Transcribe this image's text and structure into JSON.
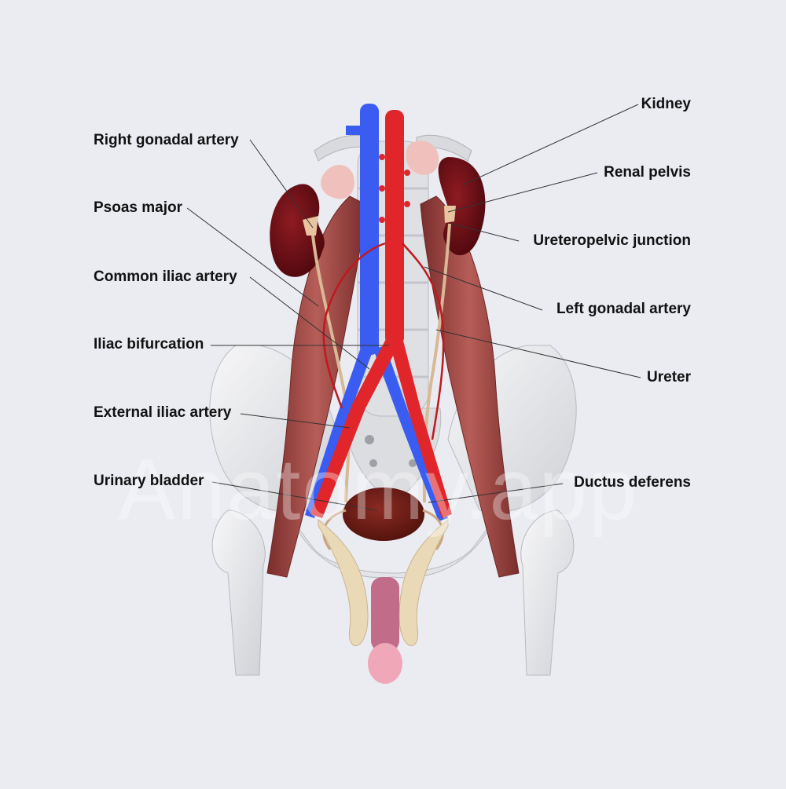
{
  "watermark": "Anatomy.app",
  "labels": {
    "right_gonadal_artery": "Right gonadal artery",
    "psoas_major": "Psoas major",
    "common_iliac_artery": "Common iliac artery",
    "iliac_bifurcation": "Iliac bifurcation",
    "external_iliac_artery": "External iliac artery",
    "urinary_bladder": "Urinary bladder",
    "kidney": "Kidney",
    "renal_pelvis": "Renal pelvis",
    "ureteropelvic_junction": "Ureteropelvic junction",
    "left_gonadal_artery": "Left gonadal artery",
    "ureter": "Ureter",
    "ductus_deferens": "Ductus deferens"
  },
  "colors": {
    "background": "#eaecf2",
    "bone": "#e6e7e8",
    "artery": "#e0262b",
    "vein": "#3b5cf0",
    "kidney": "#6a0f14",
    "muscle": "#a9524f",
    "adrenal": "#f0c0bc",
    "ureter": "#d9b896",
    "leader_line": "#333333"
  }
}
